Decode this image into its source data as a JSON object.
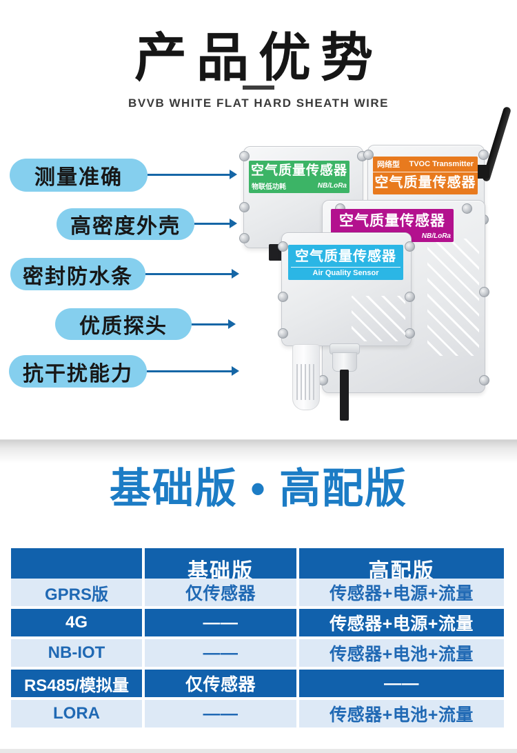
{
  "hero": {
    "title": "产品优势",
    "subtitle": "BVVB WHITE FLAT HARD SHEATH WIRE"
  },
  "features": [
    {
      "label": "测量准确"
    },
    {
      "label": "高密度外壳"
    },
    {
      "label": "密封防水条"
    },
    {
      "label": "优质探头"
    },
    {
      "label": "抗干扰能力"
    }
  ],
  "feature_style": {
    "pill_color": "#85cfee",
    "arrow_color": "#1566a6"
  },
  "sensors": {
    "green": {
      "title": "空气质量传感器",
      "sub_left": "物联低功耗",
      "sub_right": "NB/LoRa",
      "label_color": "#3cb466"
    },
    "orange": {
      "tag": "网络型",
      "tag_right": "TVOC Transmitter",
      "title": "空气质量传感器",
      "label_color": "#e87a1e"
    },
    "magenta": {
      "title": "空气质量传感器",
      "sub_right": "NB/LoRa",
      "label_color": "#b3118e"
    },
    "cyan": {
      "title": "空气质量传感器",
      "sub": "Air Quality Sensor",
      "label_color": "#2bb6e5"
    }
  },
  "section2": {
    "heading": "基础版 • 高配版",
    "accent_color": "#1c7cc5"
  },
  "comparison": {
    "headers": [
      "",
      "基础版",
      "高配版"
    ],
    "rows": [
      {
        "name": "GPRS版",
        "basic": "仅传感器",
        "premium": "传感器+电源+流量"
      },
      {
        "name": "4G",
        "basic": "——",
        "premium": "传感器+电源+流量"
      },
      {
        "name": "NB-IOT",
        "basic": "——",
        "premium": "传感器+电池+流量"
      },
      {
        "name": "RS485/模拟量",
        "basic": "仅传感器",
        "premium": "——"
      },
      {
        "name": "LORA",
        "basic": "——",
        "premium": "传感器+电池+流量"
      }
    ],
    "colors": {
      "header_bg": "#1161ac",
      "dark_row_bg": "#1161ac",
      "light_row_bg": "#dde9f6",
      "light_row_text": "#2069b4"
    }
  }
}
